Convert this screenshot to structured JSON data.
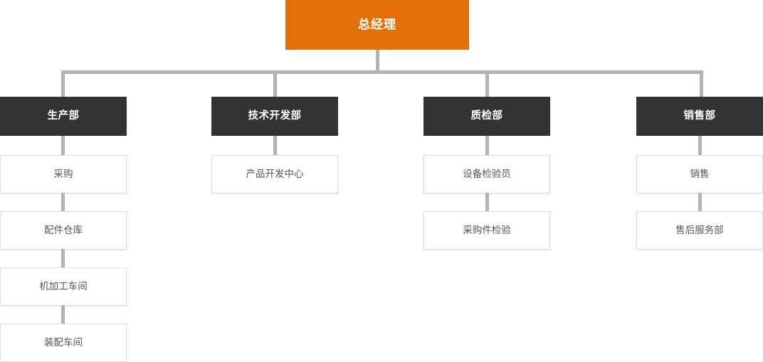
{
  "chart_title": "",
  "colors": {
    "root_bg": "#e4700a",
    "root_text": "#ffffff",
    "dept_bg": "#333333",
    "dept_text": "#ffffff",
    "leaf_bg": "#ffffff",
    "leaf_text": "#555555",
    "leaf_border": "#dcdcdc",
    "connector": "#b3b3b3",
    "page_bg": "#ffffff"
  },
  "root": {
    "label": "总经理"
  },
  "departments": [
    {
      "label": "生产部",
      "children": [
        {
          "label": "采购"
        },
        {
          "label": "配件仓库"
        },
        {
          "label": "机加工车间"
        },
        {
          "label": "装配车间"
        }
      ]
    },
    {
      "label": "技术开发部",
      "children": [
        {
          "label": "产品开发中心"
        }
      ]
    },
    {
      "label": "质检部",
      "children": [
        {
          "label": "设备检验员"
        },
        {
          "label": "采购件检验"
        }
      ]
    },
    {
      "label": "销售部",
      "children": [
        {
          "label": "销售"
        },
        {
          "label": "售后服务部"
        }
      ]
    }
  ]
}
